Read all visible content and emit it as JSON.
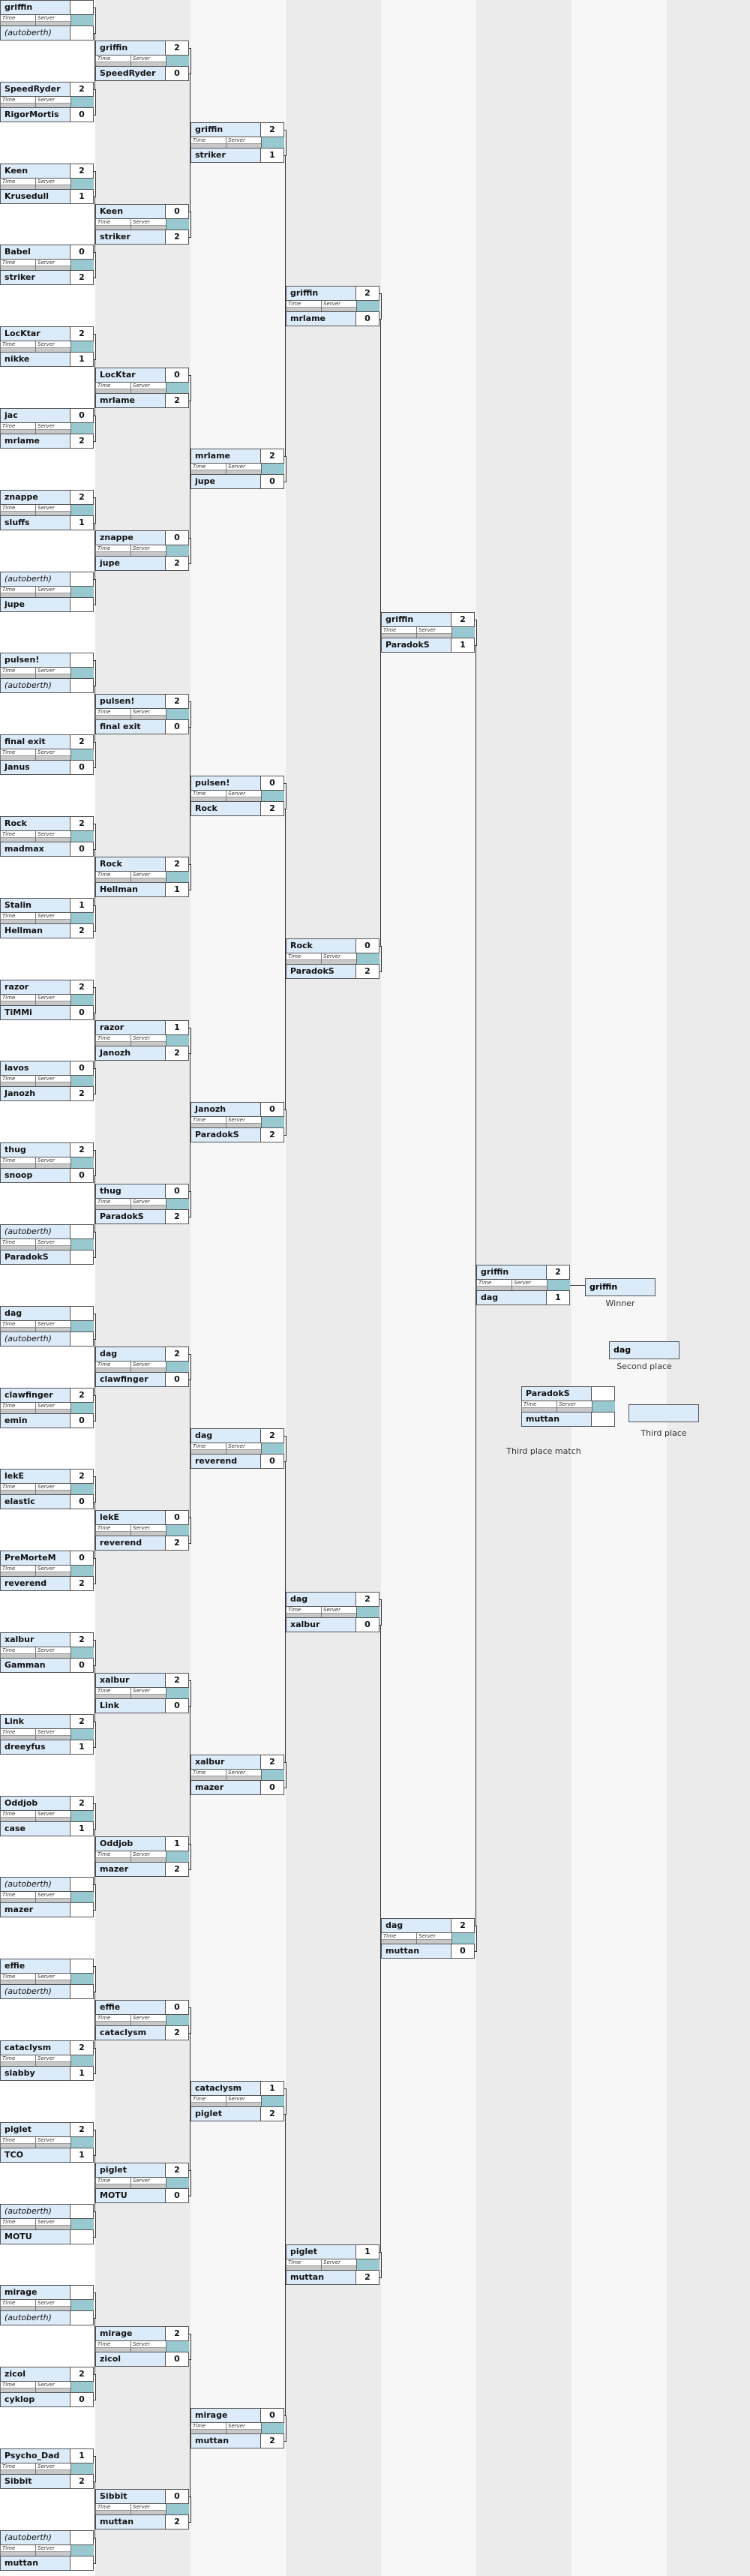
{
  "field_labels": {
    "time": "Time",
    "server": "Server"
  },
  "rounds": [
    [
      {
        "p1": "griffin",
        "s1": "",
        "p2": "(autoberth)",
        "s2": ""
      },
      {
        "p1": "SpeedRyder",
        "s1": "2",
        "p2": "RigorMortis",
        "s2": "0"
      },
      {
        "p1": "Keen",
        "s1": "2",
        "p2": "Krusedull",
        "s2": "1"
      },
      {
        "p1": "Babel",
        "s1": "0",
        "p2": "striker",
        "s2": "2"
      },
      {
        "p1": "LocKtar",
        "s1": "2",
        "p2": "nikke",
        "s2": "1"
      },
      {
        "p1": "jac",
        "s1": "0",
        "p2": "mrlame",
        "s2": "2"
      },
      {
        "p1": "znappe",
        "s1": "2",
        "p2": "sluffs",
        "s2": "1"
      },
      {
        "p1": "(autoberth)",
        "s1": "",
        "p2": "jupe",
        "s2": ""
      },
      {
        "p1": "pulsen!",
        "s1": "",
        "p2": "(autoberth)",
        "s2": ""
      },
      {
        "p1": "final exit",
        "s1": "2",
        "p2": "Janus",
        "s2": "0"
      },
      {
        "p1": "Rock",
        "s1": "2",
        "p2": "madmax",
        "s2": "0"
      },
      {
        "p1": "Stalin",
        "s1": "1",
        "p2": "Hellman",
        "s2": "2"
      },
      {
        "p1": "razor",
        "s1": "2",
        "p2": "TiMMi",
        "s2": "0"
      },
      {
        "p1": "lavos",
        "s1": "0",
        "p2": "Janozh",
        "s2": "2"
      },
      {
        "p1": "thug",
        "s1": "2",
        "p2": "snoop",
        "s2": "0"
      },
      {
        "p1": "(autoberth)",
        "s1": "",
        "p2": "ParadokS",
        "s2": ""
      },
      {
        "p1": "dag",
        "s1": "",
        "p2": "(autoberth)",
        "s2": ""
      },
      {
        "p1": "clawfinger",
        "s1": "2",
        "p2": "emin",
        "s2": "0"
      },
      {
        "p1": "lekE",
        "s1": "2",
        "p2": "elastic",
        "s2": "0"
      },
      {
        "p1": "PreMorteM",
        "s1": "0",
        "p2": "reverend",
        "s2": "2"
      },
      {
        "p1": "xalbur",
        "s1": "2",
        "p2": "Gamman",
        "s2": "0"
      },
      {
        "p1": "Link",
        "s1": "2",
        "p2": "dreeyfus",
        "s2": "1"
      },
      {
        "p1": "Oddjob",
        "s1": "2",
        "p2": "case",
        "s2": "1"
      },
      {
        "p1": "(autoberth)",
        "s1": "",
        "p2": "mazer",
        "s2": ""
      },
      {
        "p1": "effie",
        "s1": "",
        "p2": "(autoberth)",
        "s2": ""
      },
      {
        "p1": "cataclysm",
        "s1": "2",
        "p2": "slabby",
        "s2": "1"
      },
      {
        "p1": "piglet",
        "s1": "2",
        "p2": "TCO",
        "s2": "1"
      },
      {
        "p1": "(autoberth)",
        "s1": "",
        "p2": "MOTU",
        "s2": ""
      },
      {
        "p1": "mirage",
        "s1": "",
        "p2": "(autoberth)",
        "s2": ""
      },
      {
        "p1": "zicol",
        "s1": "2",
        "p2": "cyklop",
        "s2": "0"
      },
      {
        "p1": "Psycho_Dad",
        "s1": "1",
        "p2": "Sibbit",
        "s2": "2"
      },
      {
        "p1": "(autoberth)",
        "s1": "",
        "p2": "muttan",
        "s2": ""
      }
    ],
    [
      {
        "p1": "griffin",
        "s1": "2",
        "p2": "SpeedRyder",
        "s2": "0"
      },
      {
        "p1": "Keen",
        "s1": "0",
        "p2": "striker",
        "s2": "2"
      },
      {
        "p1": "LocKtar",
        "s1": "0",
        "p2": "mrlame",
        "s2": "2"
      },
      {
        "p1": "znappe",
        "s1": "0",
        "p2": "jupe",
        "s2": "2"
      },
      {
        "p1": "pulsen!",
        "s1": "2",
        "p2": "final exit",
        "s2": "0"
      },
      {
        "p1": "Rock",
        "s1": "2",
        "p2": "Hellman",
        "s2": "1"
      },
      {
        "p1": "razor",
        "s1": "1",
        "p2": "Janozh",
        "s2": "2"
      },
      {
        "p1": "thug",
        "s1": "0",
        "p2": "ParadokS",
        "s2": "2"
      },
      {
        "p1": "dag",
        "s1": "2",
        "p2": "clawfinger",
        "s2": "0"
      },
      {
        "p1": "lekE",
        "s1": "0",
        "p2": "reverend",
        "s2": "2"
      },
      {
        "p1": "xalbur",
        "s1": "2",
        "p2": "Link",
        "s2": "0"
      },
      {
        "p1": "Oddjob",
        "s1": "1",
        "p2": "mazer",
        "s2": "2"
      },
      {
        "p1": "effie",
        "s1": "0",
        "p2": "cataclysm",
        "s2": "2"
      },
      {
        "p1": "piglet",
        "s1": "2",
        "p2": "MOTU",
        "s2": "0"
      },
      {
        "p1": "mirage",
        "s1": "2",
        "p2": "zicol",
        "s2": "0"
      },
      {
        "p1": "Sibbit",
        "s1": "0",
        "p2": "muttan",
        "s2": "2"
      }
    ],
    [
      {
        "p1": "griffin",
        "s1": "2",
        "p2": "striker",
        "s2": "1"
      },
      {
        "p1": "mrlame",
        "s1": "2",
        "p2": "jupe",
        "s2": "0"
      },
      {
        "p1": "pulsen!",
        "s1": "0",
        "p2": "Rock",
        "s2": "2"
      },
      {
        "p1": "Janozh",
        "s1": "0",
        "p2": "ParadokS",
        "s2": "2"
      },
      {
        "p1": "dag",
        "s1": "2",
        "p2": "reverend",
        "s2": "0"
      },
      {
        "p1": "xalbur",
        "s1": "2",
        "p2": "mazer",
        "s2": "0"
      },
      {
        "p1": "cataclysm",
        "s1": "1",
        "p2": "piglet",
        "s2": "2"
      },
      {
        "p1": "mirage",
        "s1": "0",
        "p2": "muttan",
        "s2": "2"
      }
    ],
    [
      {
        "p1": "griffin",
        "s1": "2",
        "p2": "mrlame",
        "s2": "0"
      },
      {
        "p1": "Rock",
        "s1": "0",
        "p2": "ParadokS",
        "s2": "2"
      },
      {
        "p1": "dag",
        "s1": "2",
        "p2": "xalbur",
        "s2": "0"
      },
      {
        "p1": "piglet",
        "s1": "1",
        "p2": "muttan",
        "s2": "2"
      }
    ],
    [
      {
        "p1": "griffin",
        "s1": "2",
        "p2": "ParadokS",
        "s2": "1"
      },
      {
        "p1": "dag",
        "s1": "2",
        "p2": "muttan",
        "s2": "0"
      }
    ],
    [
      {
        "p1": "griffin",
        "s1": "2",
        "p2": "dag",
        "s2": "1"
      }
    ]
  ],
  "third_place_match": {
    "p1": "ParadokS",
    "s1": "",
    "p2": "muttan",
    "s2": ""
  },
  "results": {
    "winner": {
      "name": "griffin",
      "label": "Winner"
    },
    "second": {
      "name": "dag",
      "label": "Second place"
    },
    "third": {
      "name": "",
      "label": "Third place"
    },
    "third_match_label": "Third place match"
  }
}
